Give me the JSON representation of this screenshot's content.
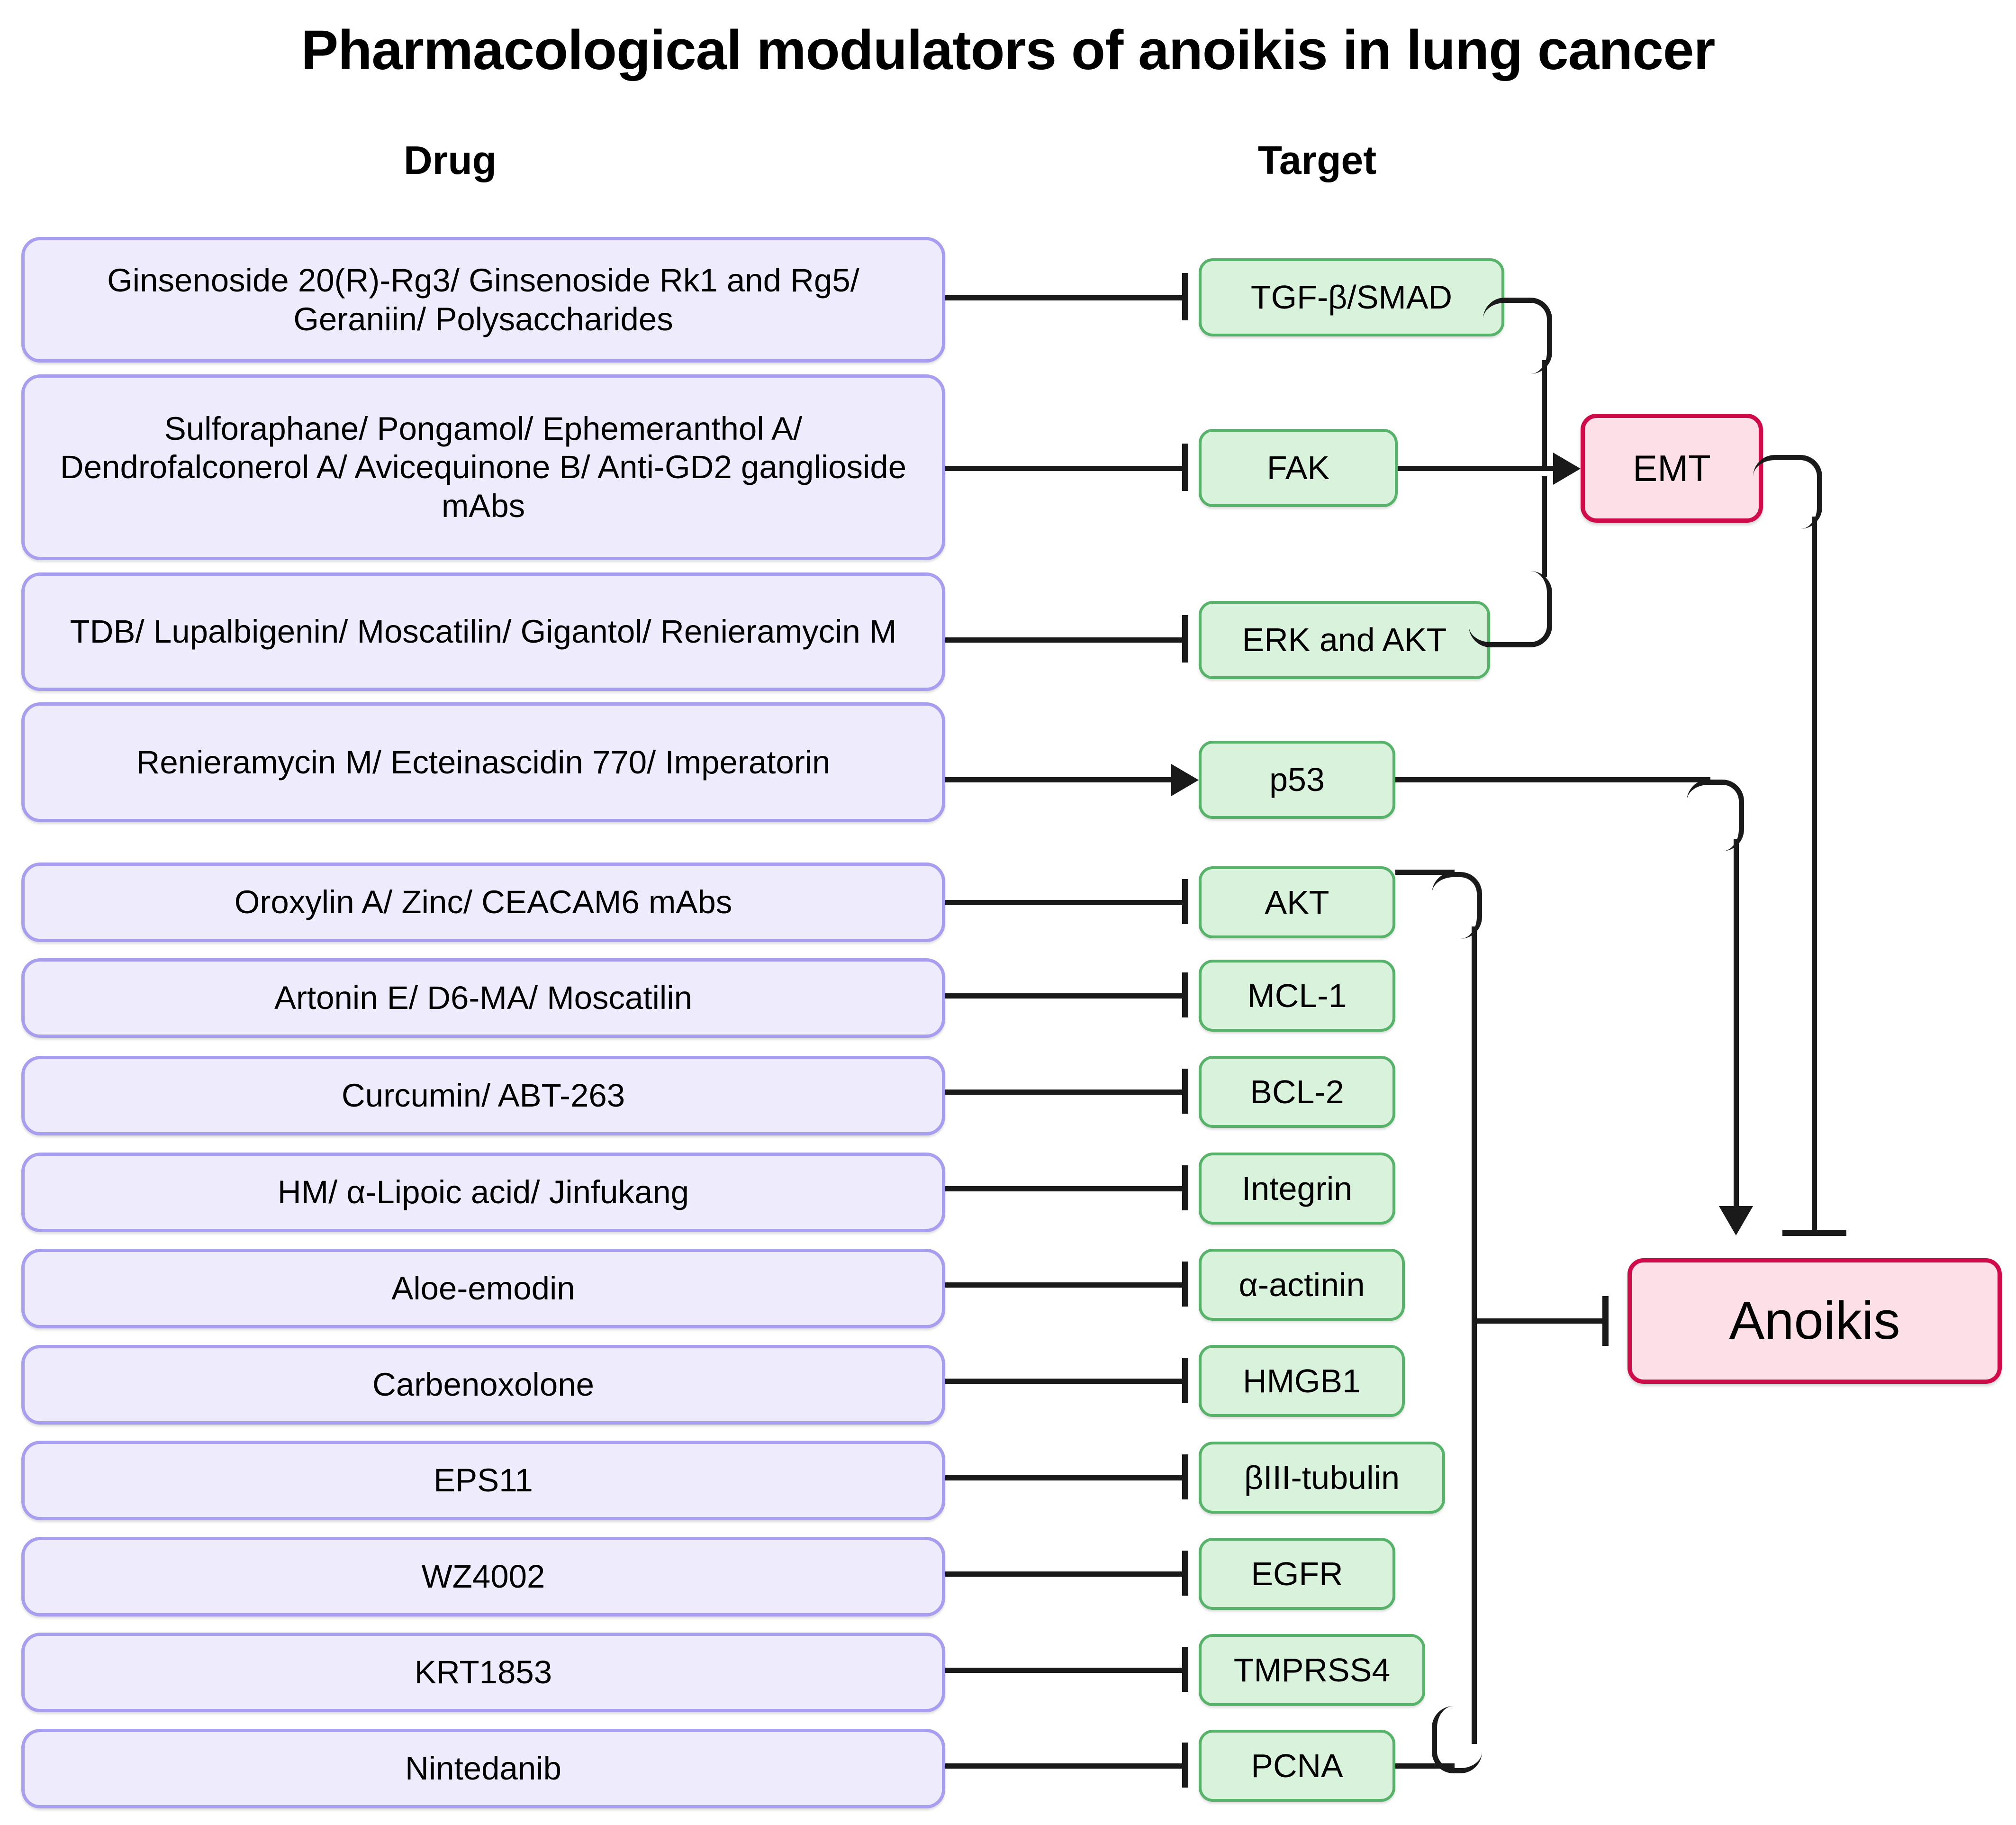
{
  "title": "Pharmacological modulators of anoikis in lung cancer",
  "columns": {
    "drug": "Drug",
    "target": "Target"
  },
  "colors": {
    "drug_fill": "#eeecfc",
    "drug_border": "#a79ef0",
    "target_fill": "#d9f2dc",
    "target_border": "#57b36a",
    "outcome_fill": "#fcdfe7",
    "outcome_border": "#cf0b49",
    "connector": "#1a1a1a"
  },
  "drugs": [
    {
      "id": "drug-1",
      "label": "Ginsenoside 20(R)-Rg3/ Ginsenoside Rk1 and  Rg5/ Geraniin/ Polysaccharides"
    },
    {
      "id": "drug-2",
      "label": "Sulforaphane/ Pongamol/ Ephemeranthol A/ Dendrofalconerol A/ Avicequinone B/ Anti-GD2 ganglioside mAbs"
    },
    {
      "id": "drug-3",
      "label": "TDB/ Lupalbigenin/ Moscatilin/ Gigantol/ Renieramycin M"
    },
    {
      "id": "drug-4",
      "label": "Renieramycin M/ Ecteinascidin 770/ Imperatorin"
    },
    {
      "id": "drug-5",
      "label": "Oroxylin A/ Zinc/ CEACAM6 mAbs"
    },
    {
      "id": "drug-6",
      "label": "Artonin E/ D6-MA/ Moscatilin"
    },
    {
      "id": "drug-7",
      "label": "Curcumin/ ABT-263"
    },
    {
      "id": "drug-8",
      "label": "HM/ α-Lipoic acid/ Jinfukang"
    },
    {
      "id": "drug-9",
      "label": "Aloe-emodin"
    },
    {
      "id": "drug-10",
      "label": "Carbenoxolone"
    },
    {
      "id": "drug-11",
      "label": "EPS11"
    },
    {
      "id": "drug-12",
      "label": "WZ4002"
    },
    {
      "id": "drug-13",
      "label": "KRT1853"
    },
    {
      "id": "drug-14",
      "label": "Nintedanib"
    }
  ],
  "targets": [
    {
      "id": "target-1",
      "label": "TGF-β/SMAD",
      "edge": "inhibition"
    },
    {
      "id": "target-2",
      "label": "FAK",
      "edge": "inhibition"
    },
    {
      "id": "target-3",
      "label": "ERK and AKT",
      "edge": "inhibition"
    },
    {
      "id": "target-4",
      "label": "p53",
      "edge": "activation"
    },
    {
      "id": "target-5",
      "label": "AKT",
      "edge": "inhibition"
    },
    {
      "id": "target-6",
      "label": "MCL-1",
      "edge": "inhibition"
    },
    {
      "id": "target-7",
      "label": "BCL-2",
      "edge": "inhibition"
    },
    {
      "id": "target-8",
      "label": "Integrin",
      "edge": "inhibition"
    },
    {
      "id": "target-9",
      "label": "α-actinin",
      "edge": "inhibition"
    },
    {
      "id": "target-10",
      "label": "HMGB1",
      "edge": "inhibition"
    },
    {
      "id": "target-11",
      "label": "βIII-tubulin",
      "edge": "inhibition"
    },
    {
      "id": "target-12",
      "label": "EGFR",
      "edge": "inhibition"
    },
    {
      "id": "target-13",
      "label": "TMPRSS4",
      "edge": "inhibition"
    },
    {
      "id": "target-14",
      "label": "PCNA",
      "edge": "inhibition"
    }
  ],
  "outcomes": [
    {
      "id": "emt",
      "label": "EMT"
    },
    {
      "id": "anoikis",
      "label": "Anoikis"
    }
  ],
  "relations": [
    {
      "from": "drug-1",
      "to": "target-1",
      "type": "inhibition"
    },
    {
      "from": "drug-2",
      "to": "target-2",
      "type": "inhibition"
    },
    {
      "from": "drug-3",
      "to": "target-3",
      "type": "inhibition"
    },
    {
      "from": "drug-4",
      "to": "target-4",
      "type": "activation"
    },
    {
      "from": "drug-5",
      "to": "target-5",
      "type": "inhibition"
    },
    {
      "from": "drug-6",
      "to": "target-6",
      "type": "inhibition"
    },
    {
      "from": "drug-7",
      "to": "target-7",
      "type": "inhibition"
    },
    {
      "from": "drug-8",
      "to": "target-8",
      "type": "inhibition"
    },
    {
      "from": "drug-9",
      "to": "target-9",
      "type": "inhibition"
    },
    {
      "from": "drug-10",
      "to": "target-10",
      "type": "inhibition"
    },
    {
      "from": "drug-11",
      "to": "target-11",
      "type": "inhibition"
    },
    {
      "from": "drug-12",
      "to": "target-12",
      "type": "inhibition"
    },
    {
      "from": "drug-13",
      "to": "target-13",
      "type": "inhibition"
    },
    {
      "from": "drug-14",
      "to": "target-14",
      "type": "inhibition"
    },
    {
      "from": "target-1",
      "to": "emt",
      "type": "activation"
    },
    {
      "from": "target-2",
      "to": "emt",
      "type": "activation"
    },
    {
      "from": "target-3",
      "to": "emt",
      "type": "activation"
    },
    {
      "from": "target-4",
      "to": "anoikis",
      "type": "activation"
    },
    {
      "from": "target-5",
      "to": "anoikis",
      "type": "inhibition"
    },
    {
      "from": "target-14",
      "to": "anoikis",
      "type": "inhibition"
    },
    {
      "from": "emt",
      "to": "anoikis",
      "type": "inhibition"
    }
  ]
}
